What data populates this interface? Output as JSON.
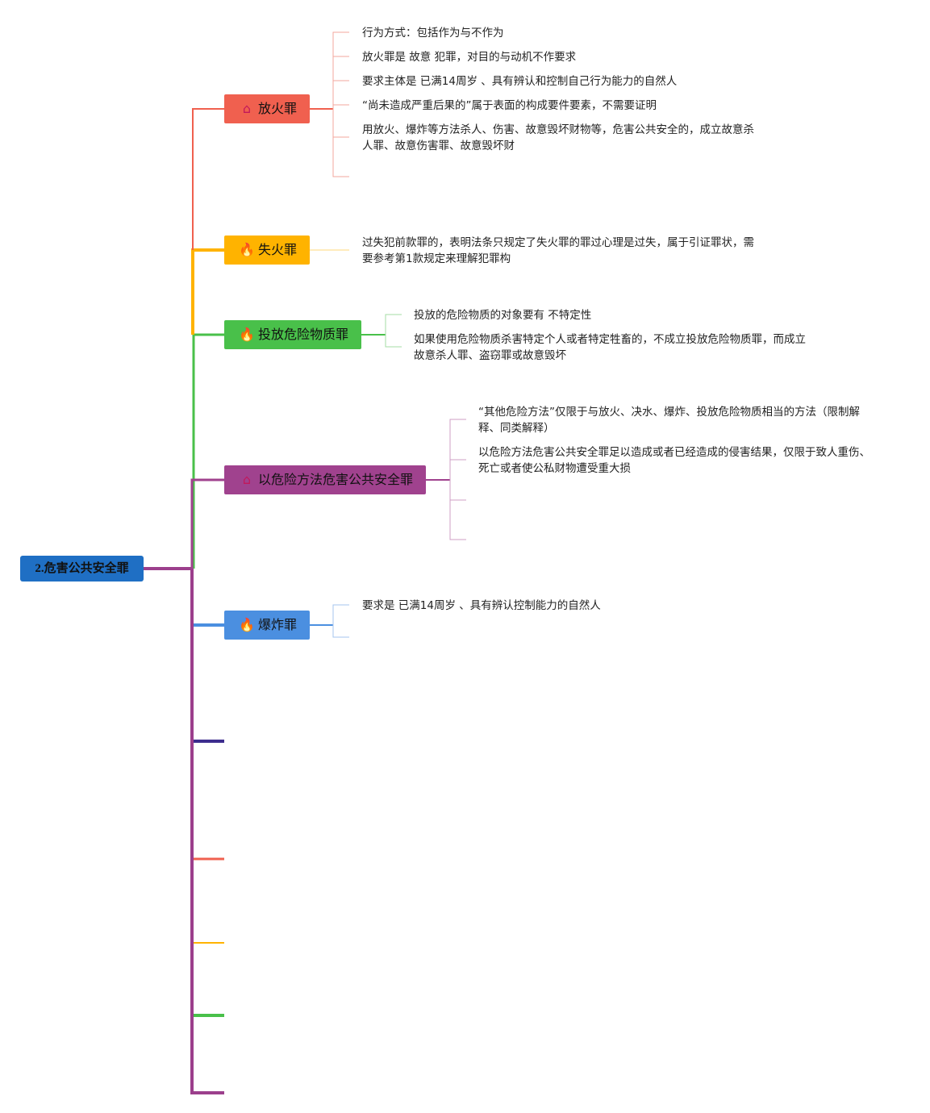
{
  "root": {
    "label": "2.危害公共安全罪",
    "color": "#1f6fc4"
  },
  "branches": [
    {
      "label": "放火罪",
      "icon": "house-icon",
      "color": "#f0604f",
      "leaves": [
        "行为方式：包括作为与不作为",
        "放火罪是 故意 犯罪，对目的与动机不作要求",
        "要求主体是 已满14周岁 、具有辨认和控制自己行为能力的自然人",
        "“尚未造成严重后果的”属于表面的构成要件要素，不需要证明",
        "用放火、爆炸等方法杀人、伤害、故意毁坏财物等，危害公共安全的，成立故意杀人罪、故意伤害罪、故意毁坏财"
      ]
    },
    {
      "label": "失火罪",
      "icon": "fire-icon",
      "color": "#ffb300",
      "leaves": [
        "过失犯前款罪的，表明法条只规定了失火罪的罪过心理是过失，属于引证罪状，需要参考第1款规定来理解犯罪构"
      ]
    },
    {
      "label": "投放危险物质罪",
      "icon": "fire-icon",
      "color": "#49c04a",
      "leaves": [
        "投放的危险物质的对象要有 不特定性",
        "如果使用危险物质杀害特定个人或者特定牲畜的，不成立投放危险物质罪，而成立故意杀人罪、盗窃罪或故意毁坏"
      ]
    },
    {
      "label": "以危险方法危害公共安全罪",
      "icon": "house-icon",
      "color": "#a0428e",
      "leaves": [
        "“其他危险方法”仅限于与放火、决水、爆炸、投放危险物质相当的方法（限制解释、同类解释）",
        "以危险方法危害公共安全罪足以造成或者已经造成的侵害结果，仅限于致人重伤、死亡或者使公私财物遭受重大损"
      ]
    },
    {
      "label": "爆炸罪",
      "icon": "fire-icon",
      "color": "#4b8fe0",
      "leaves": [
        "要求是 已满14周岁 、具有辨认控制能力的自然人"
      ]
    }
  ]
}
